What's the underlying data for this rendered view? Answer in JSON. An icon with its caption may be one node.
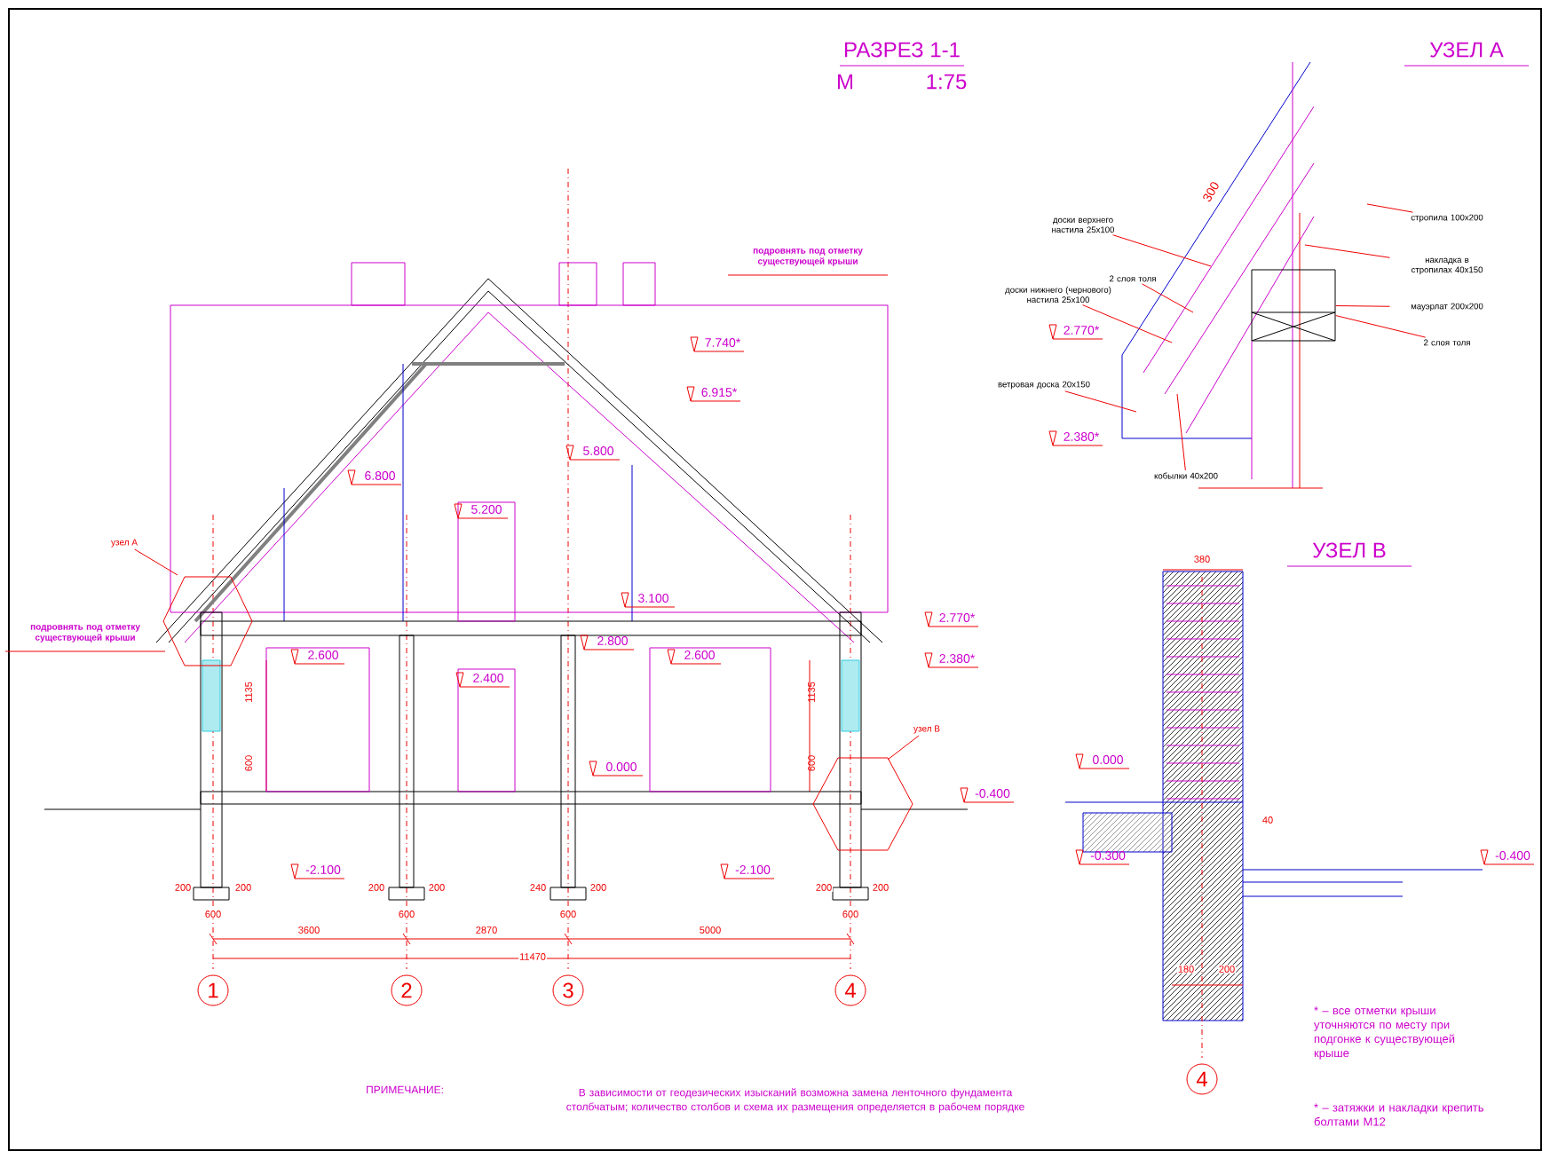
{
  "diagram": {
    "nodes": [
      {
        "text": [
          "1"
        ]
      },
      {
        "text": [
          "2"
        ]
      },
      {
        "text": [
          "3"
        ]
      },
      {
        "text": [
          "4"
        ]
      },
      {
        "text": [
          "4"
        ]
      },
      {
        "text": [
          "узел А"
        ]
      },
      {
        "text": [
          "узел В"
        ]
      },
      {
        "text": [
          "доски верхнего настила 25х100"
        ]
      },
      {
        "text": [
          "2 слоя толя"
        ]
      },
      {
        "text": [
          "доски нижнего (чернового) настила 25х100"
        ]
      },
      {
        "text": [
          "ветровая доска 20х150"
        ]
      },
      {
        "text": [
          "кобылки 40х200"
        ]
      },
      {
        "text": [
          "стропила 100х200"
        ]
      },
      {
        "text": [
          "накладка в стропилах 40х150"
        ]
      },
      {
        "text": [
          "мауэрлат 200х200"
        ]
      },
      {
        "text": [
          "2 слоя толя"
        ]
      },
      {
        "text": [],
        "shape": "box"
      }
    ],
    "edges": [
      {
        "from": 5,
        "to": null,
        "arrow": "none"
      },
      {
        "from": 6,
        "to": null,
        "arrow": "none"
      },
      {
        "from": 7,
        "to": null,
        "arrow": "none"
      },
      {
        "from": 8,
        "to": null,
        "arrow": "none"
      },
      {
        "from": 9,
        "to": null,
        "arrow": "none"
      },
      {
        "from": 10,
        "to": null,
        "arrow": "none"
      },
      {
        "from": 11,
        "to": null,
        "arrow": "none"
      },
      {
        "from": 12,
        "to": null,
        "arrow": "none"
      },
      {
        "from": 13,
        "to": null,
        "arrow": "none"
      },
      {
        "from": 14,
        "to": 16,
        "arrow": "none"
      },
      {
        "from": 15,
        "to": 16,
        "arrow": "none"
      }
    ],
    "labels": [
      "РАЗРЕЗ 1-1",
      "М",
      "1:75",
      "УЗЕЛ А",
      "УЗЕЛ В",
      "подровнять под отметку существующей крыши",
      "подровнять под отметку существующей крыши",
      "7.740*",
      "6.915*",
      "5.800",
      "6.800",
      "5.200",
      "3.100",
      "2.800",
      "2.600",
      "2.400",
      "2.600",
      "0.000",
      "2.770*",
      "2.380*",
      "-0.400",
      "-2.100",
      "-2.100",
      "1135",
      "600",
      "1135",
      "600",
      "200",
      "200",
      "200",
      "200",
      "240",
      "200",
      "200",
      "200",
      "600",
      "600",
      "600",
      "600",
      "3600",
      "2870",
      "5000",
      "11470",
      "2.770*",
      "2.380*",
      "300",
      "380",
      "0.000",
      "-0.300",
      "40",
      "180",
      "200",
      "-0.400",
      "ПРИМЕЧАНИЕ:",
      "В зависимости от геодезических изысканий возможна замена ленточного фундамента столбчатым; количество столбов и схема их размещения определяется в рабочем порядке",
      "* – все отметки крыши уточняются по месту при подгонке к существующей крыше",
      "* – затяжки и накладки крепить болтами М12"
    ]
  }
}
